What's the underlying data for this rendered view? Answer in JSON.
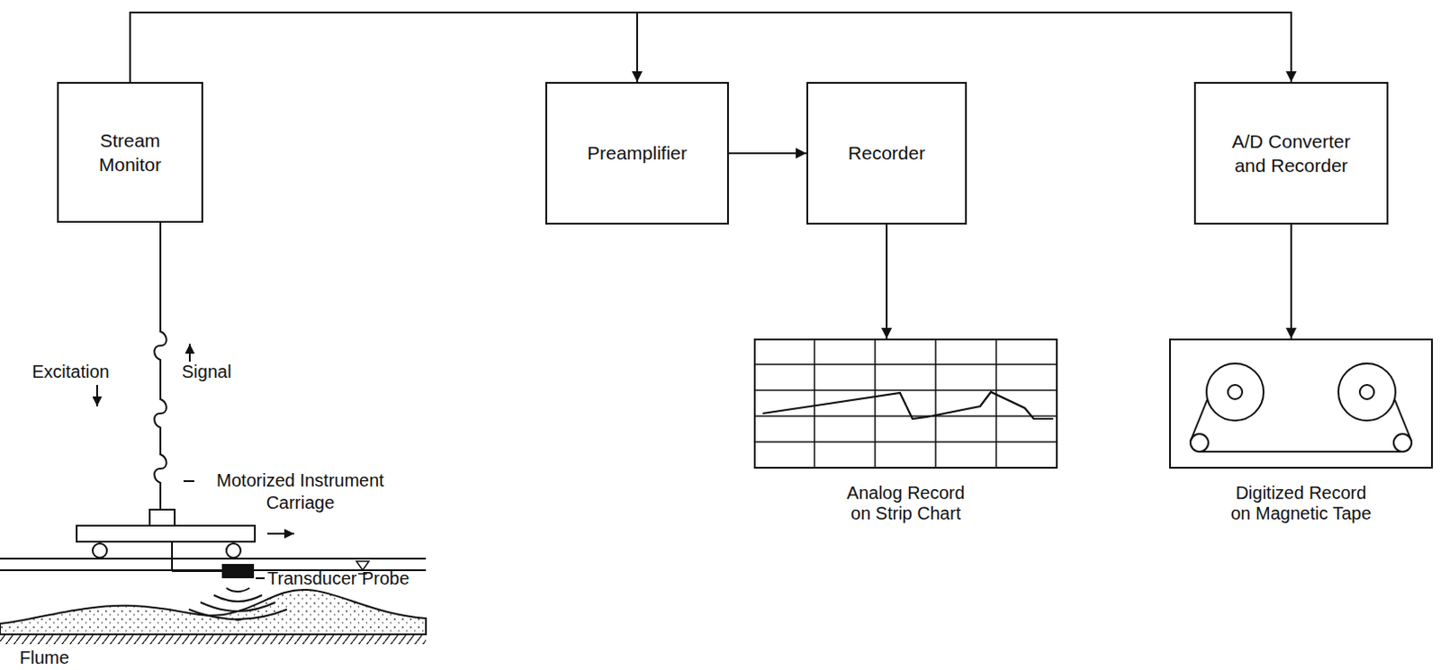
{
  "diagram": {
    "nodes": [
      {
        "text": [
          "Stream Monitor"
        ]
      },
      {
        "text": [
          "Preamplifier"
        ]
      },
      {
        "text": [
          "Recorder"
        ]
      },
      {
        "text": [
          "A/D Converter and Recorder"
        ]
      },
      {
        "text": [
          "Analog Record on Strip Chart"
        ]
      },
      {
        "text": [
          "Digitized Record on Magnetic Tape"
        ]
      }
    ],
    "edges": [
      {
        "from": 0,
        "to": 1,
        "arrow": "to"
      },
      {
        "from": 0,
        "to": 3,
        "arrow": "to"
      },
      {
        "from": 1,
        "to": 2,
        "arrow": "to"
      },
      {
        "from": 2,
        "to": 4,
        "arrow": "to"
      },
      {
        "from": 3,
        "to": 5,
        "arrow": "to"
      }
    ],
    "labels": [
      "Excitation",
      "Signal",
      "Motorized Instrument Carriage",
      "Transducer Probe",
      "Flume"
    ]
  }
}
